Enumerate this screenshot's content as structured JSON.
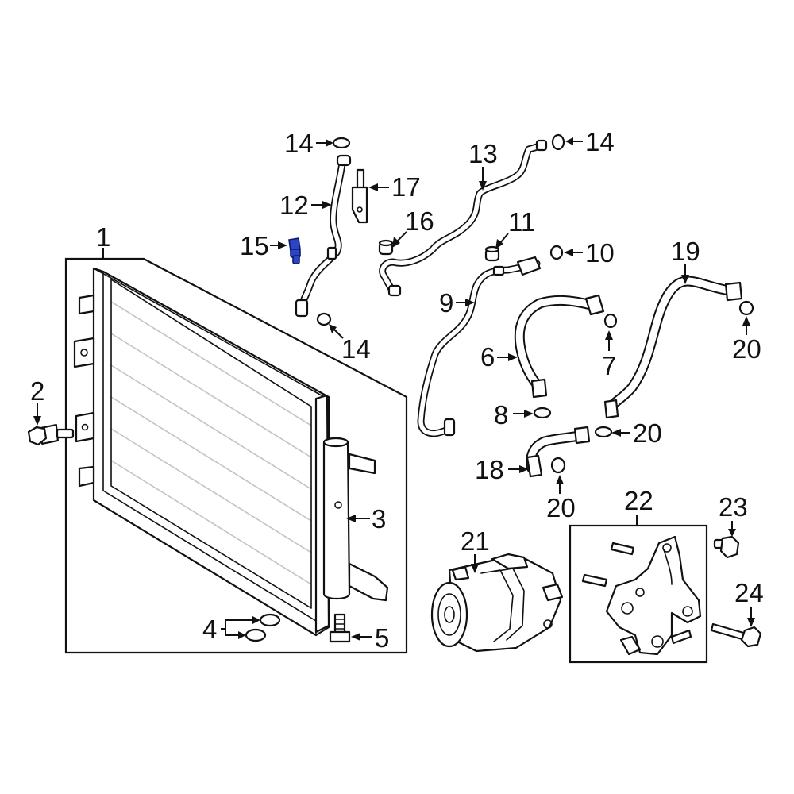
{
  "diagram": {
    "callouts": [
      {
        "id": "1",
        "label": "1"
      },
      {
        "id": "2",
        "label": "2"
      },
      {
        "id": "3",
        "label": "3"
      },
      {
        "id": "4",
        "label": "4"
      },
      {
        "id": "5",
        "label": "5"
      },
      {
        "id": "6",
        "label": "6"
      },
      {
        "id": "7",
        "label": "7"
      },
      {
        "id": "8",
        "label": "8"
      },
      {
        "id": "9",
        "label": "9"
      },
      {
        "id": "10",
        "label": "10"
      },
      {
        "id": "11",
        "label": "11"
      },
      {
        "id": "12",
        "label": "12"
      },
      {
        "id": "13",
        "label": "13"
      },
      {
        "id": "14a",
        "label": "14"
      },
      {
        "id": "14b",
        "label": "14"
      },
      {
        "id": "14c",
        "label": "14"
      },
      {
        "id": "15",
        "label": "15"
      },
      {
        "id": "16",
        "label": "16"
      },
      {
        "id": "17",
        "label": "17"
      },
      {
        "id": "18",
        "label": "18"
      },
      {
        "id": "19",
        "label": "19"
      },
      {
        "id": "20a",
        "label": "20"
      },
      {
        "id": "20b",
        "label": "20"
      },
      {
        "id": "20c",
        "label": "20"
      },
      {
        "id": "21",
        "label": "21"
      },
      {
        "id": "22",
        "label": "22"
      },
      {
        "id": "23",
        "label": "23"
      },
      {
        "id": "24",
        "label": "24"
      }
    ],
    "highlighted_part": "15",
    "highlight_color": "#2b45c8",
    "line_color": "#111111"
  }
}
